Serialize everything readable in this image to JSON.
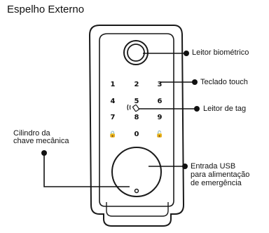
{
  "title": "Espelho Externo",
  "labels": {
    "biometric": "Leitor biométrico",
    "keypad": "Teclado touch",
    "tag_reader": "Leitor de tag",
    "cylinder_line1": "Cilindro da",
    "cylinder_line2": "chave mecânica",
    "usb_line1": "Entrada USB",
    "usb_line2": "para alimentação",
    "usb_line3": "de emergência"
  },
  "keypad": {
    "row1": [
      "1",
      "2",
      "3"
    ],
    "row2": [
      "4",
      "5",
      "6"
    ],
    "row3": [
      "7",
      "8",
      "9"
    ],
    "row4": [
      "🔒",
      "0",
      "🔓"
    ]
  },
  "colors": {
    "line": "#111111",
    "device": "#1a1a1a",
    "background": "#ffffff"
  }
}
